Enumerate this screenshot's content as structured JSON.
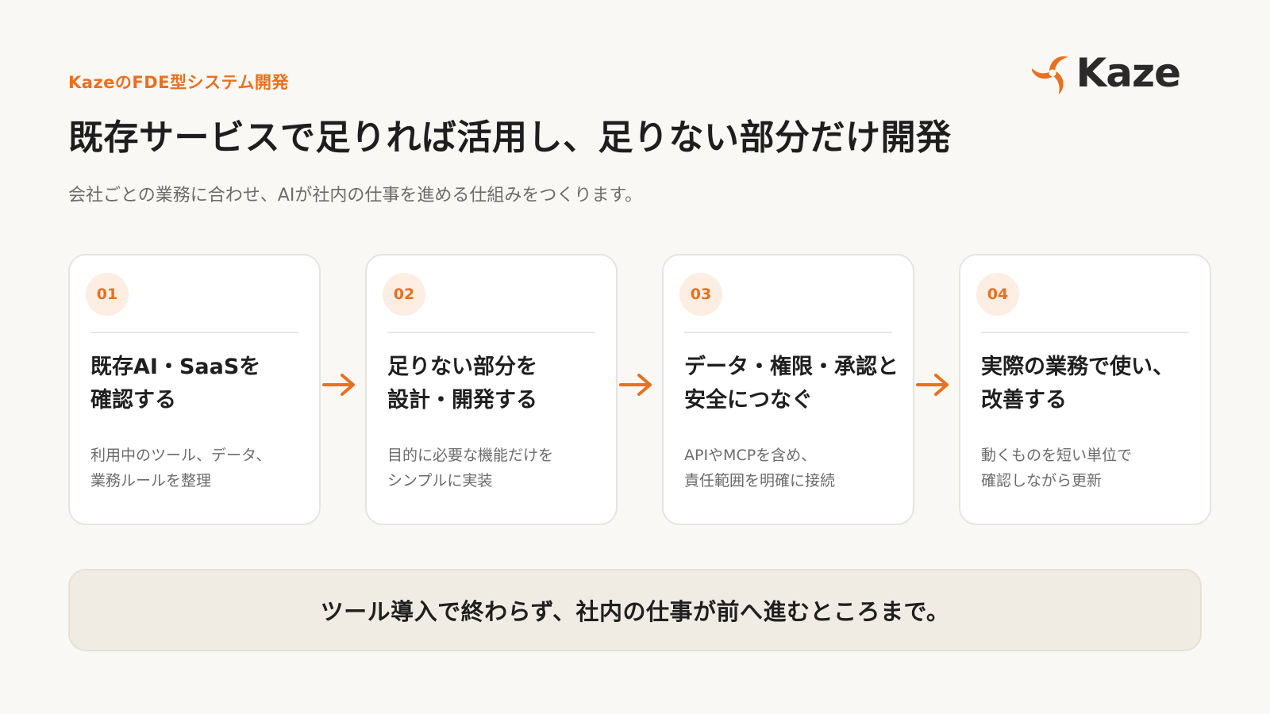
{
  "header": {
    "eyebrow": "KazeのFDE型システム開発",
    "title": "既存サービスで足りれば活用し、足りない部分だけ開発",
    "subtitle": "会社ごとの業務に合わせ、AIが社内の仕事を進める仕組みをつくります。"
  },
  "logo": {
    "text": "Kaze",
    "mark_icon": "swirl-logo-icon"
  },
  "colors": {
    "accent": "#e8701f",
    "background": "#faf8f5",
    "card": "#ffffff",
    "badge_bg": "#fdeee3",
    "footer_bg": "#f0ece4"
  },
  "steps": [
    {
      "number": "01",
      "title": "既存AI・SaaSを\n確認する",
      "description": "利用中のツール、データ、\n業務ルールを整理"
    },
    {
      "number": "02",
      "title": "足りない部分を\n設計・開発する",
      "description": "目的に必要な機能だけを\nシンプルに実装"
    },
    {
      "number": "03",
      "title": "データ・権限・承認と\n安全につなぐ",
      "description": "APIやMCPを含め、\n責任範囲を明確に接続"
    },
    {
      "number": "04",
      "title": "実際の業務で使い、\n改善する",
      "description": "動くものを短い単位で\n確認しながら更新"
    }
  ],
  "footer": {
    "text": "ツール導入で終わらず、社内の仕事が前へ進むところまで。"
  }
}
